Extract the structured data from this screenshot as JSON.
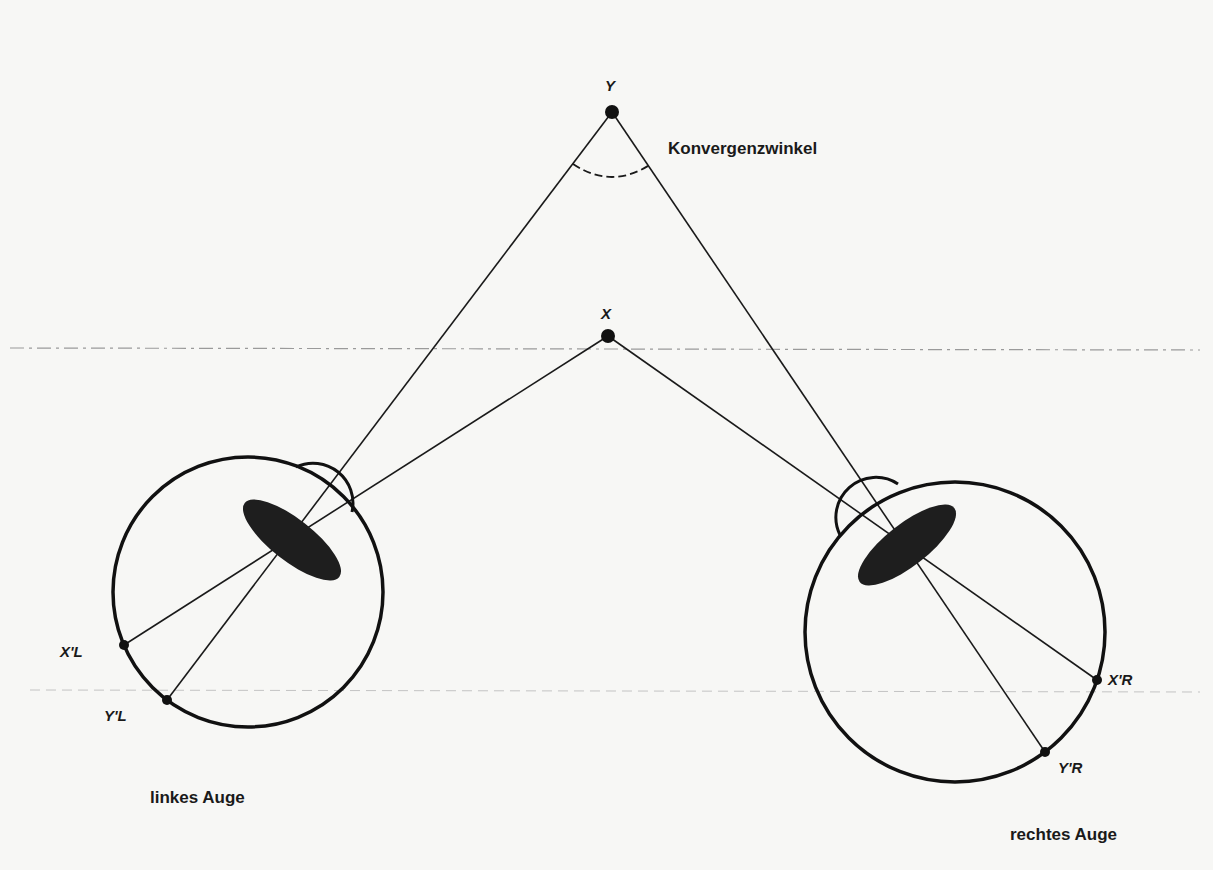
{
  "diagram": {
    "labels": [
      "Y",
      "Konvergenzwinkel",
      "X",
      "X'L",
      "Y'L",
      "X'R",
      "Y'R",
      "linkes Auge",
      "rechtes Auge"
    ]
  }
}
